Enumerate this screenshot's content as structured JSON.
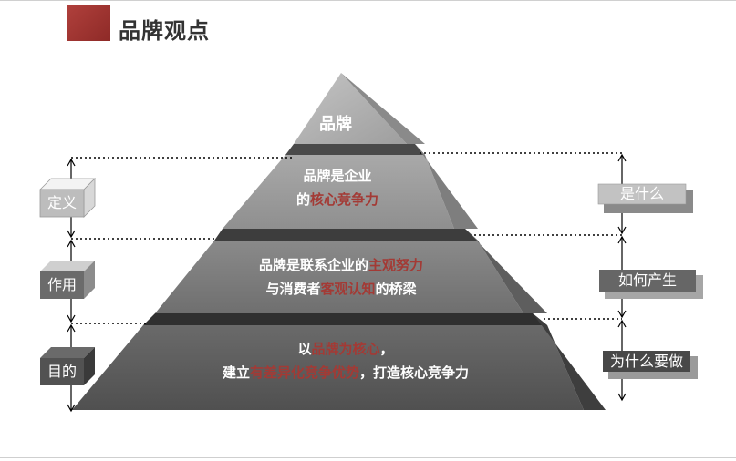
{
  "page": {
    "title": "品牌观点"
  },
  "pyramid": {
    "apex": "品牌",
    "tier1": {
      "line1": "品牌是企业",
      "line2_pre": "的",
      "line2_hl": "核心竞争力"
    },
    "tier2": {
      "line1_pre": "品牌是联系企业的",
      "line1_hl": "主观努力",
      "line2_pre": "与消费者",
      "line2_hl": "客观认知",
      "line2_post": "的桥梁"
    },
    "tier3": {
      "line1_pre": "以",
      "line1_hl": "品牌为核心",
      "line1_post": "，",
      "line2_pre": "建立",
      "line2_hl": "有差异化竞争优势",
      "line2_post": "，打造核心竞争力"
    }
  },
  "left_labels": [
    "定义",
    "作用",
    "目的"
  ],
  "right_labels": [
    "是什么",
    "如何产生",
    "为什么要做"
  ],
  "colors": {
    "accent": "#a33a35",
    "title_square": "#9c3431"
  }
}
